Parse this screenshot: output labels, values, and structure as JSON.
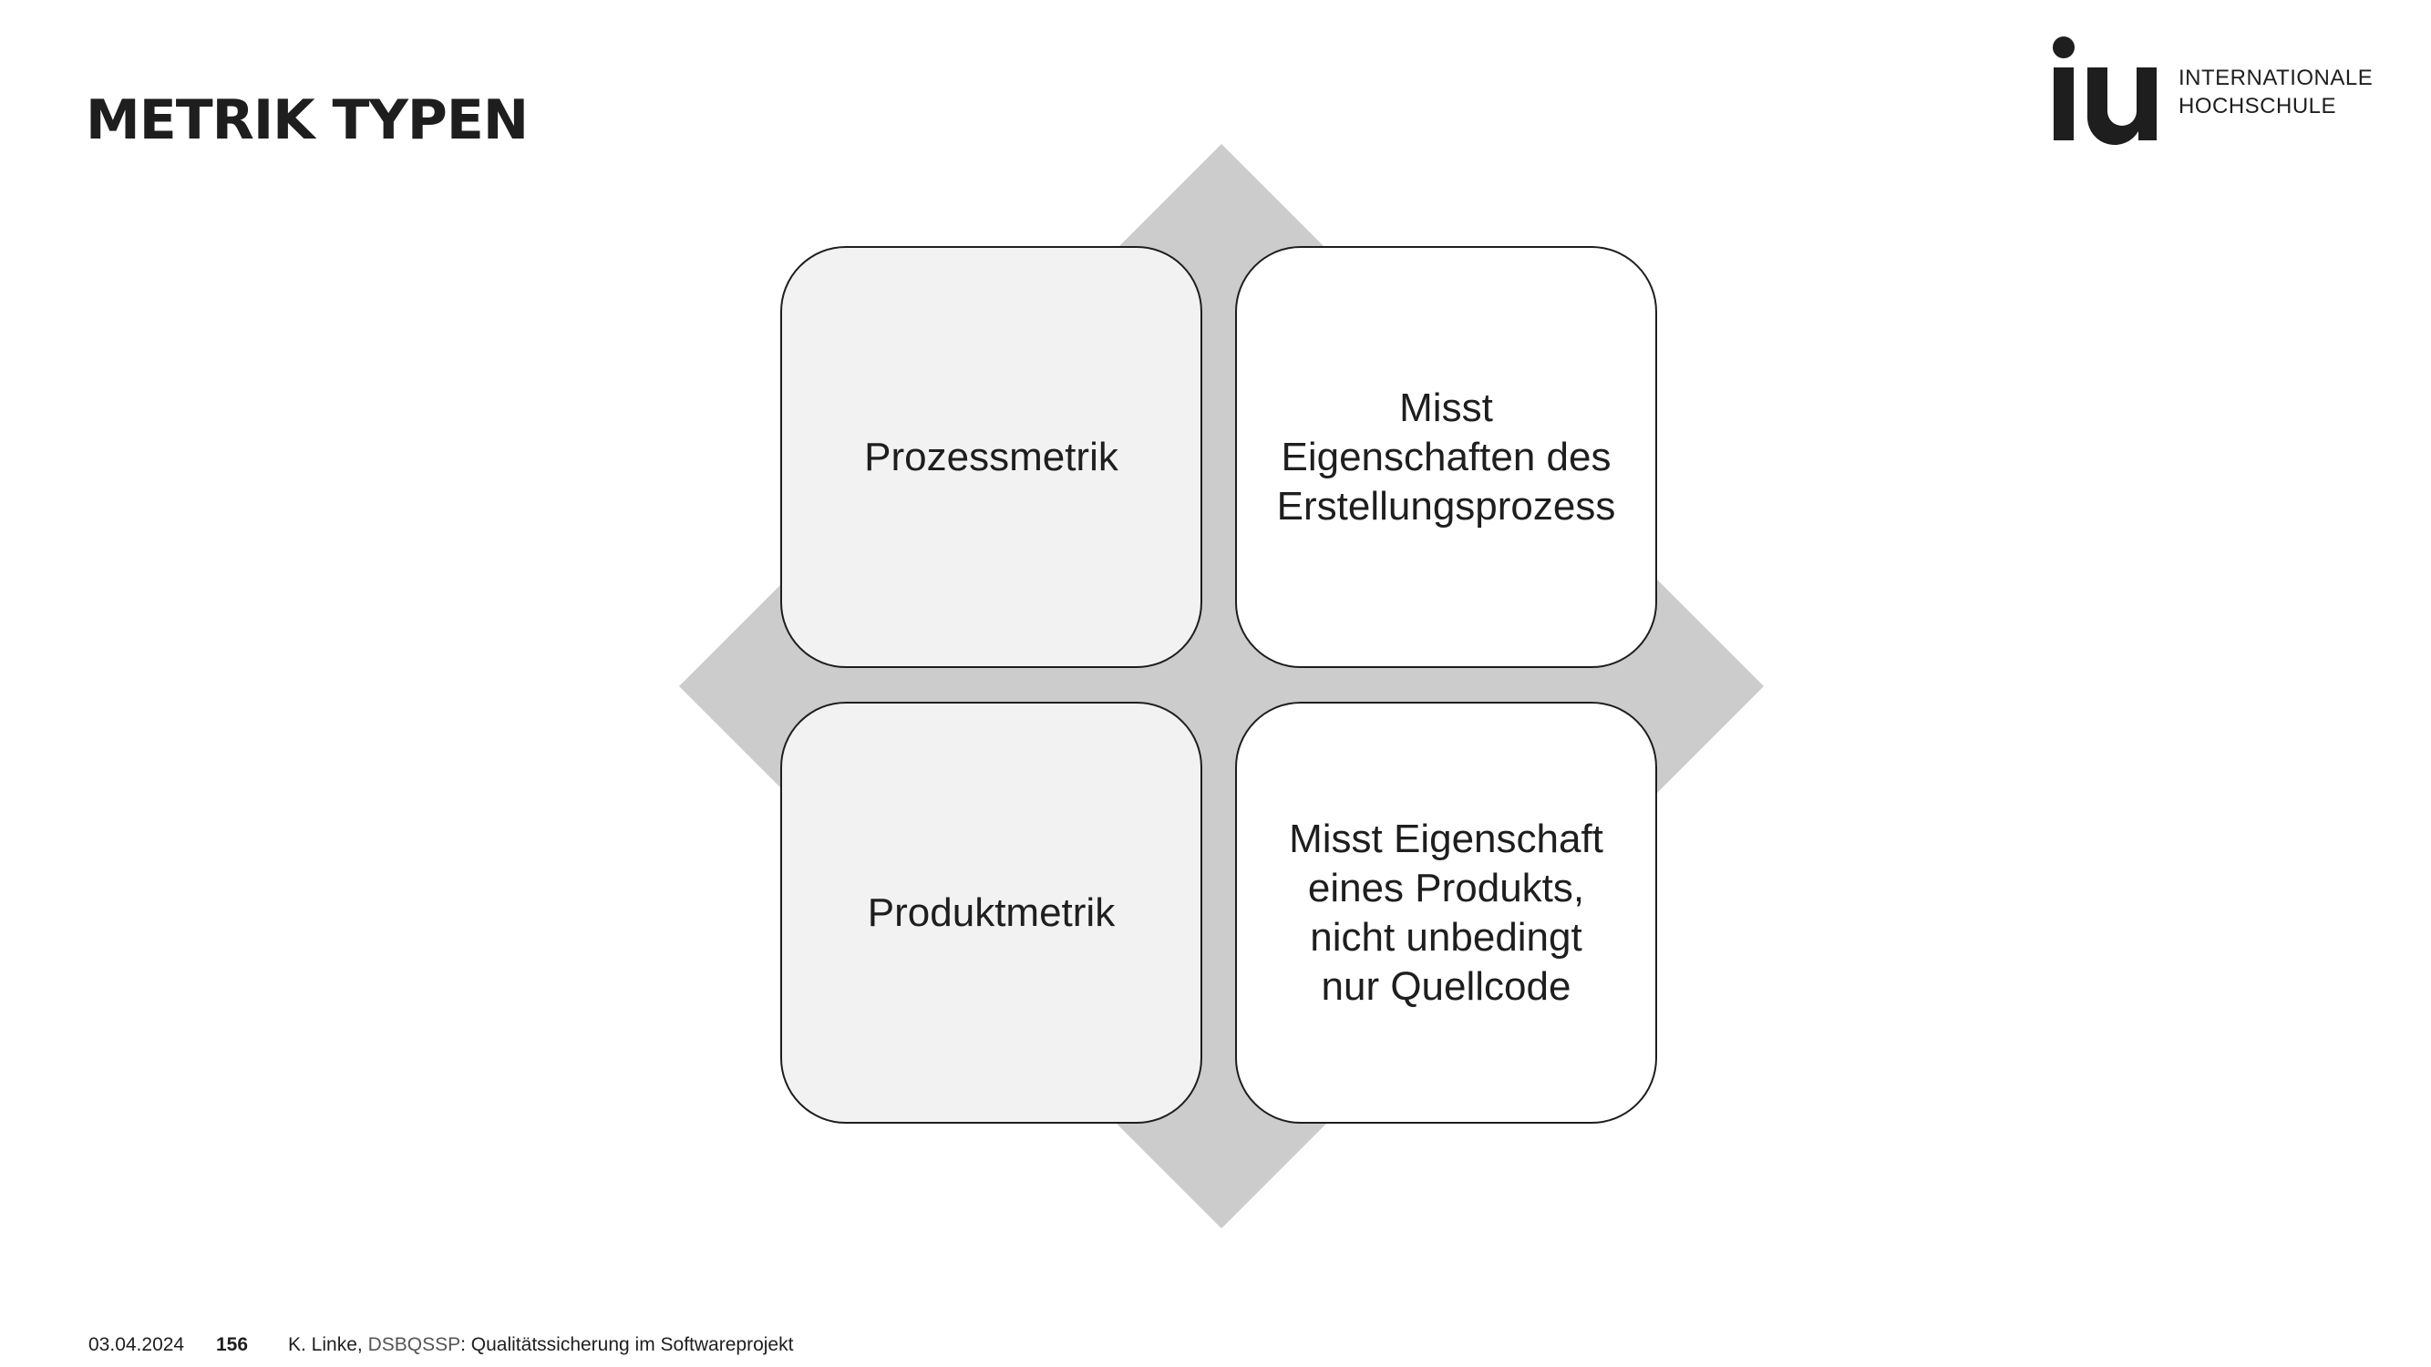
{
  "slide": {
    "title": "METRIK TYPEN"
  },
  "logo": {
    "mark": "iu",
    "line1": "INTERNATIONALE",
    "line2": "HOCHSCHULE"
  },
  "diagram": {
    "top_left": "Prozessmetrik",
    "top_right": "Misst\nEigenschaften des\nErstellungsprozess",
    "bottom_left": "Produktmetrik",
    "bottom_right": "Misst Eigenschaft\neines Produkts,\nnicht unbedingt\nnur Quellcode"
  },
  "footer": {
    "date": "03.04.2024",
    "page": "156",
    "author": "K. Linke, ",
    "course": "DSBQSSP",
    "course_title": ": Qualitätssicherung im Softwareprojekt"
  },
  "colors": {
    "diamond": "#cccccc",
    "label_box": "#f2f2f2",
    "desc_box": "#ffffff",
    "text": "#1e1e1e"
  }
}
